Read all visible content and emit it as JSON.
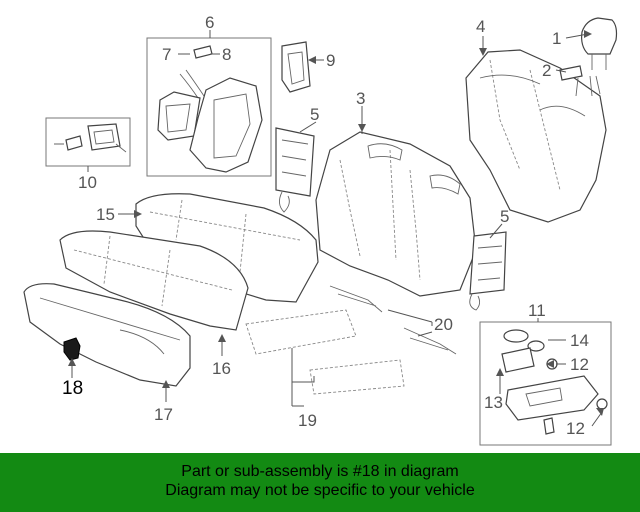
{
  "labels": {
    "l1": "1",
    "l2": "2",
    "l3": "3",
    "l4": "4",
    "l5a": "5",
    "l5b": "5",
    "l6": "6",
    "l7": "7",
    "l8": "8",
    "l9": "9",
    "l10": "10",
    "l11": "11",
    "l12a": "12",
    "l12b": "12",
    "l13": "13",
    "l14": "14",
    "l15": "15",
    "l16": "16",
    "l17": "17",
    "l18": "18",
    "l19": "19",
    "l20": "20"
  },
  "footer": {
    "line1": "Part or sub-assembly is #18 in diagram",
    "line2": "Diagram may not be specific to your vehicle"
  },
  "colors": {
    "footer_bg": "#138a13",
    "highlight_part": "#1a1a1a"
  }
}
